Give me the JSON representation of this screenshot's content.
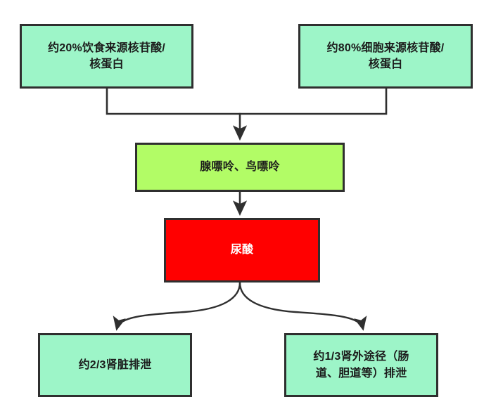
{
  "diagram": {
    "type": "flowchart",
    "orientation": "top-to-bottom",
    "background_color": "#FFFFFF",
    "border_color": "#2F2F2F",
    "nodes": [
      {
        "id": "dietary",
        "label": "约20%饮食来源核苷酸/\n核蛋白",
        "fill": "#9DF5C8",
        "text_color": "#1B1B1B"
      },
      {
        "id": "cellular",
        "label": "约80%细胞来源核苷酸/\n核蛋白",
        "fill": "#9DF5C8",
        "text_color": "#1B1B1B"
      },
      {
        "id": "purines",
        "label": "腺嘌呤、鸟嘌呤",
        "fill": "#B2FC66",
        "text_color": "#1B1B1B"
      },
      {
        "id": "uric_acid",
        "label": "尿酸",
        "fill": "#FF0000",
        "text_color": "#FFFFFF"
      },
      {
        "id": "renal",
        "label": "约2/3肾脏排泄",
        "fill": "#9DF5C8",
        "text_color": "#1B1B1B"
      },
      {
        "id": "extrarenal",
        "label": "约1/3肾外途径（肠\n道、胆道等）排泄",
        "fill": "#9DF5C8",
        "text_color": "#1B1B1B"
      }
    ],
    "edges": [
      {
        "id": "dietary-to-purines",
        "from": "dietary",
        "to": "purines",
        "style": "orthogonal-merge",
        "arrow": true
      },
      {
        "id": "cellular-to-purines",
        "from": "cellular",
        "to": "purines",
        "style": "orthogonal-merge",
        "arrow": true
      },
      {
        "id": "purines-to-uric-acid",
        "from": "purines",
        "to": "uric_acid",
        "style": "straight",
        "arrow": true
      },
      {
        "id": "uric-acid-to-renal",
        "from": "uric_acid",
        "to": "renal",
        "style": "curved-split",
        "arrow": true
      },
      {
        "id": "uric-acid-to-extrarenal",
        "from": "uric_acid",
        "to": "extrarenal",
        "style": "curved-split",
        "arrow": true
      }
    ]
  }
}
